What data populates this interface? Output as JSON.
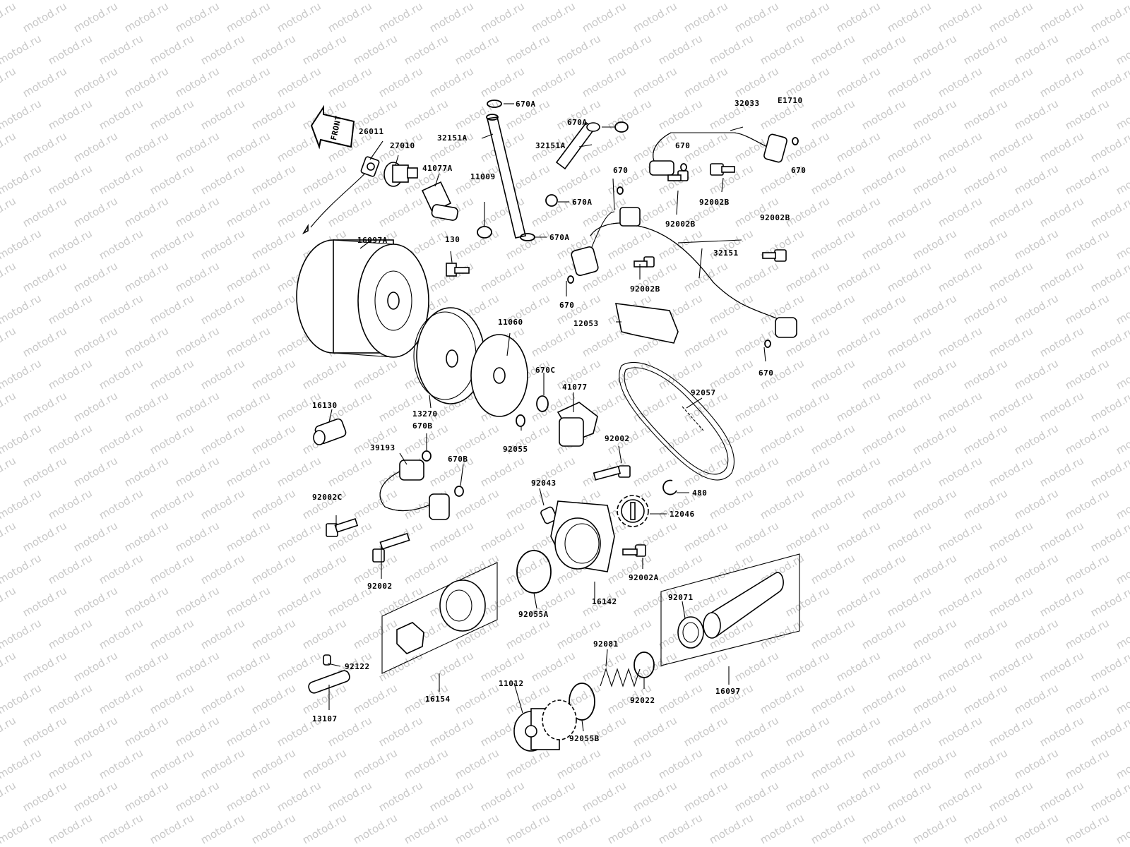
{
  "diagram": {
    "code": "E1710",
    "front_label": "FRONT",
    "watermark": "motod.ru",
    "parts": [
      {
        "id": "26011"
      },
      {
        "id": "27010"
      },
      {
        "id": "41077A"
      },
      {
        "id": "11009"
      },
      {
        "id": "130"
      },
      {
        "id": "670A"
      },
      {
        "id": "32151A"
      },
      {
        "id": "670"
      },
      {
        "id": "32033"
      },
      {
        "id": "92002B"
      },
      {
        "id": "16097A"
      },
      {
        "id": "32151"
      },
      {
        "id": "12053"
      },
      {
        "id": "11060"
      },
      {
        "id": "670C"
      },
      {
        "id": "41077"
      },
      {
        "id": "92057"
      },
      {
        "id": "16130"
      },
      {
        "id": "13270"
      },
      {
        "id": "670B"
      },
      {
        "id": "92055"
      },
      {
        "id": "39193"
      },
      {
        "id": "92002"
      },
      {
        "id": "92002C"
      },
      {
        "id": "92043"
      },
      {
        "id": "480"
      },
      {
        "id": "12046"
      },
      {
        "id": "92002A"
      },
      {
        "id": "16142"
      },
      {
        "id": "92055A"
      },
      {
        "id": "92071"
      },
      {
        "id": "16097"
      },
      {
        "id": "92122"
      },
      {
        "id": "13107"
      },
      {
        "id": "16154"
      },
      {
        "id": "11012"
      },
      {
        "id": "92081"
      },
      {
        "id": "92022"
      },
      {
        "id": "92055B"
      }
    ]
  }
}
